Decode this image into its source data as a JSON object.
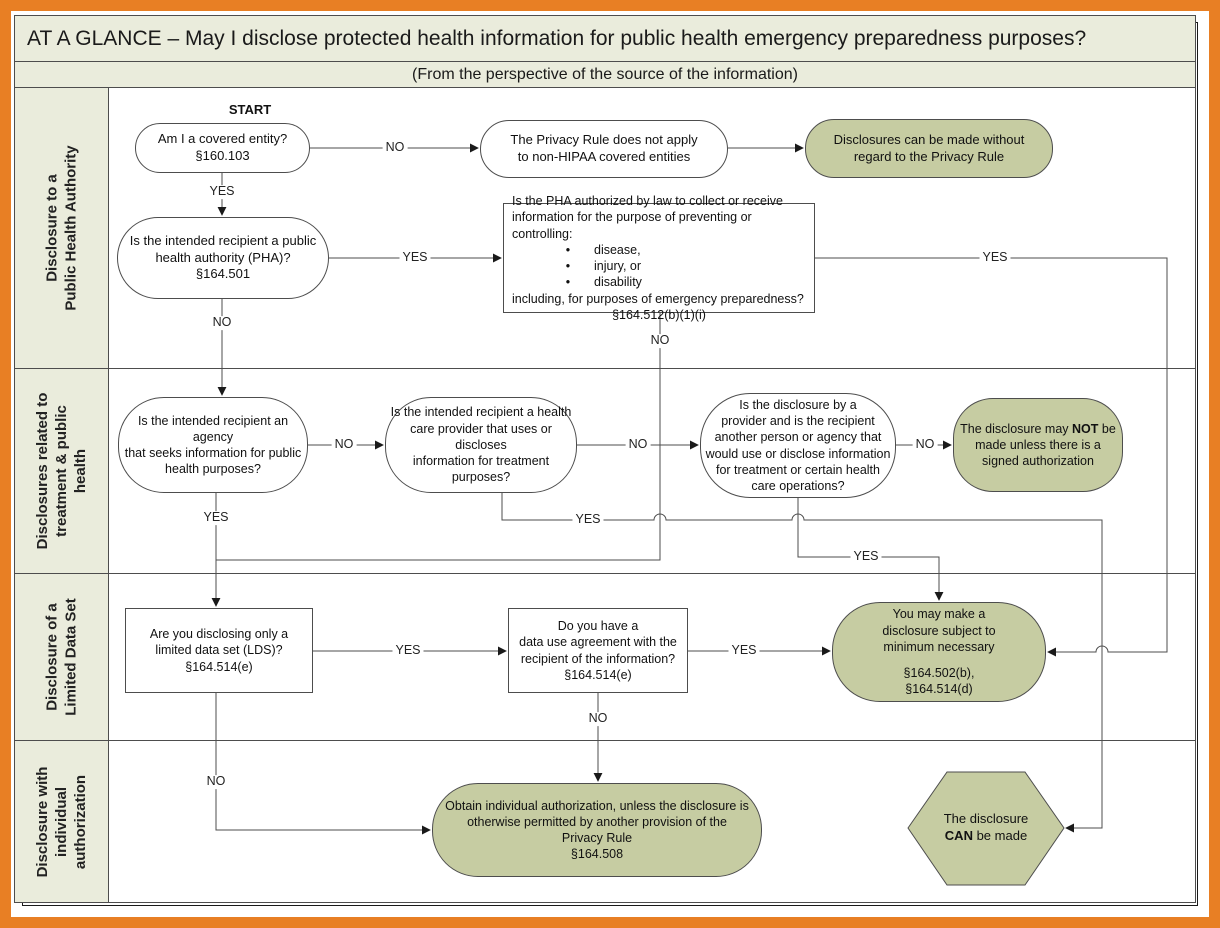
{
  "header": {
    "title": "AT A GLANCE – May I disclose protected health information for public health emergency preparedness purposes?",
    "subtitle": "(From the perspective of the source of the information)"
  },
  "rows": [
    "Disclosure to a\nPublic Health Authority",
    "Disclosures related to\ntreatment & public\nhealth",
    "Disclosure of a\nLimited Data Set",
    "Disclosure with\nindividual\nauthorization"
  ],
  "labels": {
    "yes": "YES",
    "no": "NO",
    "start": "START"
  },
  "nodes": {
    "covered_entity": "Am I a covered entity?\n§160.103",
    "rule_not_apply": "The Privacy Rule does not apply\nto non-HIPAA covered entities",
    "without_regard": "Disclosures can be made without\nregard to the Privacy Rule",
    "pha": "Is the intended recipient a public\nhealth authority (PHA)?\n§164.501",
    "pha_law_body": "Is the PHA authorized by law  to collect or receive\ninformation for the purpose of preventing or controlling:",
    "pha_law_bullets": [
      "disease,",
      "injury, or",
      "disability"
    ],
    "pha_law_tail": "including, for purposes of emergency preparedness?",
    "pha_law_cite": "§164.512(b)(1)(i)",
    "agency": "Is the intended recipient an agency\nthat seeks information for public\nhealth purposes?",
    "provider": "Is the intended recipient a health\ncare provider that uses or discloses\ninformation for treatment purposes?",
    "operations": "Is the disclosure by a\nprovider and is the recipient\nanother person or agency that\nwould use or disclose information\nfor treatment or certain health\ncare operations?",
    "not_made": {
      "pre": "The disclosure may ",
      "bold": "NOT",
      "post": " be\nmade unless there is a\nsigned authorization"
    },
    "min_necessary": "You may make a\ndisclosure subject to\nminimum necessary",
    "min_necessary_cite": "§164.502(b),\n§164.514(d)",
    "lds": "Are you disclosing only a\nlimited data set (LDS)?\n§164.514(e)",
    "dua": "Do you have a\ndata use agreement with the\nrecipient of the information?\n§164.514(e)",
    "obtain_auth": "Obtain individual authorization, unless the disclosure is\notherwise permitted by another provision of the\nPrivacy Rule\n§164.508",
    "can_made": {
      "pre": "The disclosure\n",
      "bold": "CAN",
      "post": " be made"
    }
  },
  "colors": {
    "accent_green": "#c6cca2",
    "panel": "#eaecdc",
    "frame_orange": "#e87f24",
    "line": "#4d4d4d"
  }
}
